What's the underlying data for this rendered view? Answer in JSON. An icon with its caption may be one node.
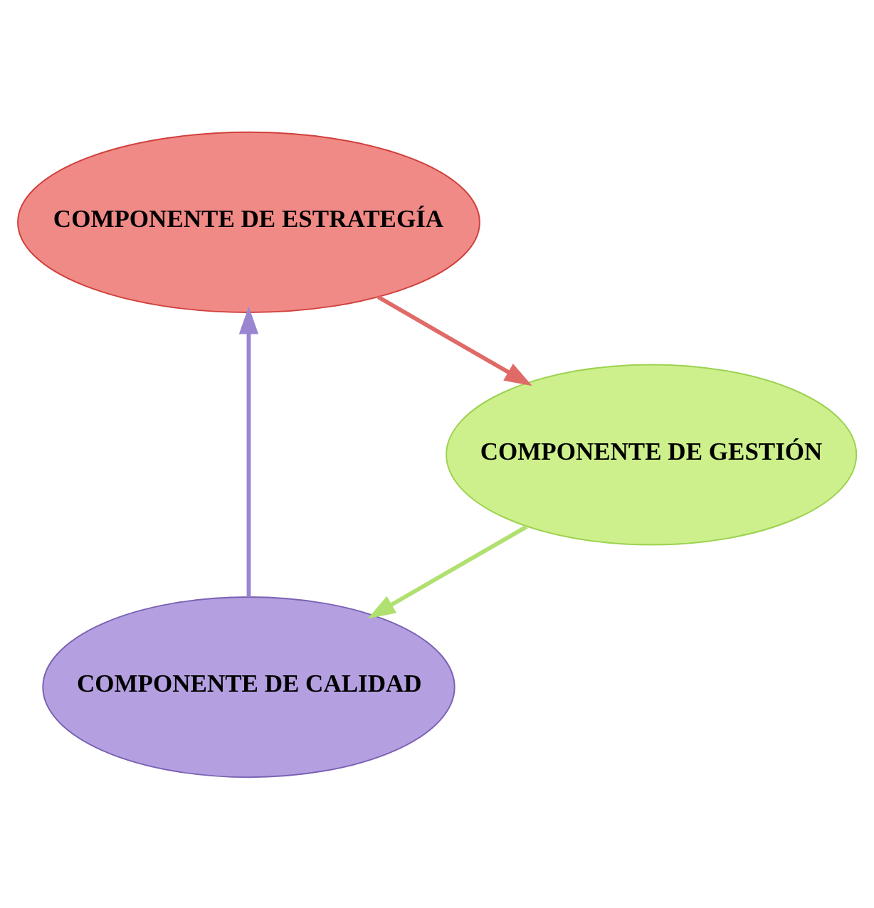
{
  "diagram": {
    "nodes": [
      {
        "text": [
          "COMPONENTE DE CALIDAD"
        ]
      },
      {
        "text": [
          "COMPONENTE DE ESTRATEGÍA"
        ]
      },
      {
        "text": [
          "COMPONENTE DE GESTIÓN"
        ]
      }
    ],
    "edges": [
      {
        "from": 0,
        "to": 1,
        "arrow": "to",
        "color": "#9a86d0"
      },
      {
        "from": 1,
        "to": 2,
        "arrow": "to",
        "color": "#e06a66"
      },
      {
        "from": 2,
        "to": 0,
        "arrow": "to",
        "color": "#b0e070"
      }
    ]
  }
}
